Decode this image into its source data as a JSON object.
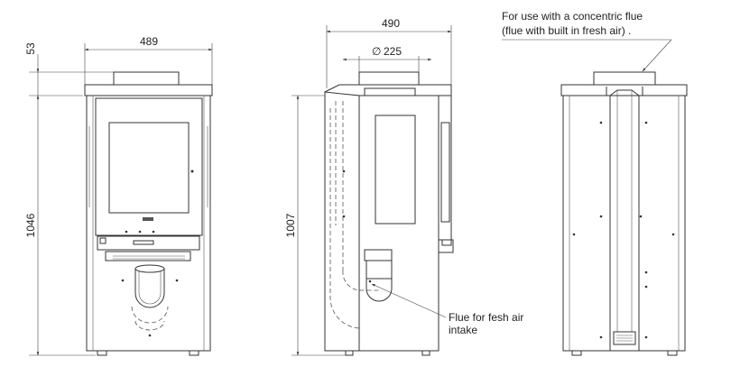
{
  "dimensions": {
    "front_width": "489",
    "front_height": "1046",
    "top_offset": "53",
    "side_depth": "490",
    "flue_diameter": "225",
    "side_height": "1007"
  },
  "symbols": {
    "diameter": "∅"
  },
  "notes": {
    "concentric_line1": "For use with a concentric flue",
    "concentric_line2": "(flue with built in fresh air) .",
    "fresh_air_line1": "Flue for fesh air",
    "fresh_air_line2": "intake"
  }
}
